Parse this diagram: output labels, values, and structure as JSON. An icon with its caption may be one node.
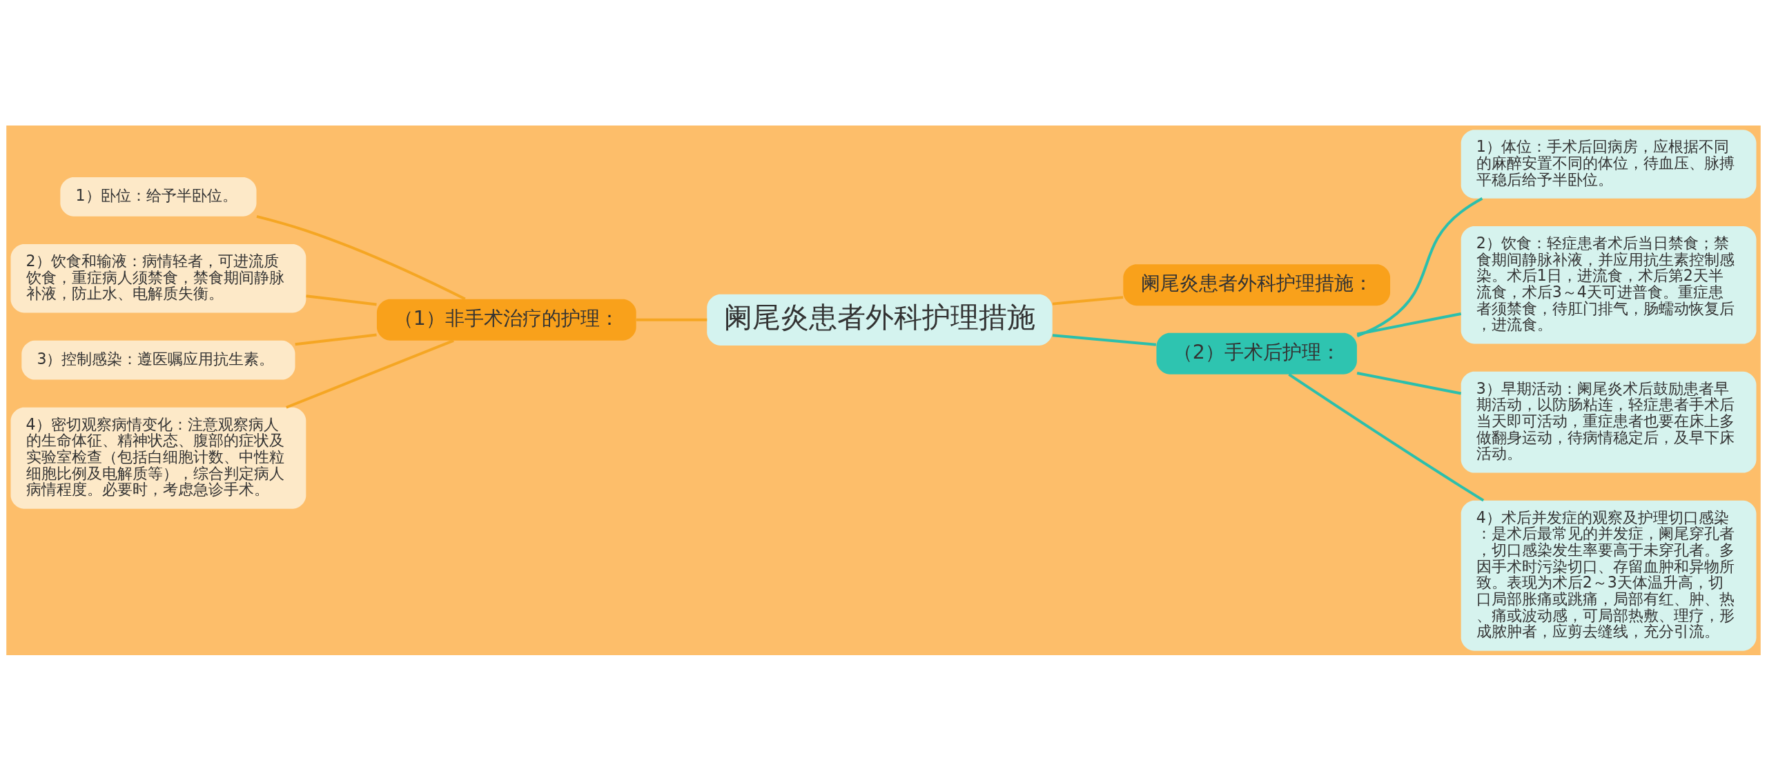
{
  "diagram": {
    "nodes": [
      {
        "text": [
          "阑尾炎患者外科护理措施"
        ]
      },
      {
        "text": [
          "（1）非手术治疗的护理："
        ]
      },
      {
        "text": [
          "1）卧位：给予半卧位。"
        ]
      },
      {
        "text": [
          "2）饮食和输液：病情轻者，可进流质饮食，重症病人须禁食，禁食期间静脉补液，防止水、电解质失衡。"
        ]
      },
      {
        "text": [
          "3）控制感染：遵医嘱应用抗生素。"
        ]
      },
      {
        "text": [
          "4）密切观察病情变化：注意观察病人的生命体征、精神状态、腹部的症状及实验室检查（包括白细胞计数、中性粒细胞比例及电解质等），综合判定病人病情程度。必要时，考虑急诊手术。"
        ]
      },
      {
        "text": [
          "阑尾炎患者外科护理措施："
        ]
      },
      {
        "text": [
          "（2）手术后护理："
        ]
      },
      {
        "text": [
          "1）体位：手术后回病房，应根据不同的麻醉安置不同的体位，待血压、脉搏平稳后给予半卧位。"
        ]
      },
      {
        "text": [
          "2）饮食：轻症患者术后当日禁食；禁食期间静脉补液，并应用抗生素控制感染。术后1日，进流食，术后第2天半流食，术后3～4天可进普食。重症患者须禁食，待肛门排气，肠蠕动恢复后，进流食。"
        ]
      },
      {
        "text": [
          "3）早期活动：阑尾炎术后鼓励患者早期活动，以防肠粘连，轻症患者手术后当天即可活动，重症患者也要在床上多做翻身运动，待病情稳定后，及早下床活动。"
        ]
      },
      {
        "text": [
          "4）术后并发症的观察及护理切口感染：是术后最常见的并发症，阑尾穿孔者，切口感染发生率要高于未穿孔者。多因手术时污染切口、存留血肿和异物所致。表现为术后2～3天体温升高，切口局部胀痛或跳痛，局部有红、肿、热、痛或波动感，可局部热敷、理疗，形成脓肿者，应剪去缝线，充分引流。"
        ]
      }
    ],
    "edges": [
      {
        "from": 0,
        "to": 1,
        "arrow": "none"
      },
      {
        "from": 1,
        "to": 2,
        "arrow": "none"
      },
      {
        "from": 1,
        "to": 3,
        "arrow": "none"
      },
      {
        "from": 1,
        "to": 4,
        "arrow": "none"
      },
      {
        "from": 1,
        "to": 5,
        "arrow": "none"
      },
      {
        "from": 0,
        "to": 6,
        "arrow": "none"
      },
      {
        "from": 0,
        "to": 7,
        "arrow": "none",
        "color": "#2bbfac"
      },
      {
        "from": 7,
        "to": 8,
        "arrow": "none",
        "color": "#2bbfac"
      },
      {
        "from": 7,
        "to": 9,
        "arrow": "none",
        "color": "#2bbfac"
      },
      {
        "from": 7,
        "to": 10,
        "arrow": "none",
        "color": "#2bbfac"
      },
      {
        "from": 7,
        "to": 11,
        "arrow": "none",
        "color": "#2bbfac"
      }
    ]
  }
}
